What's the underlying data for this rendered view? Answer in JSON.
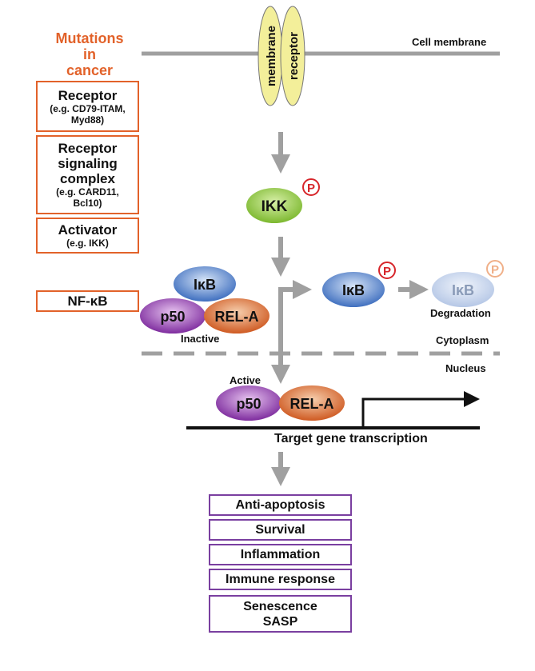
{
  "cell_membrane": "Cell membrane",
  "receptor_words": [
    "membrane",
    "receptor"
  ],
  "mutations": [
    "Mutations",
    "in",
    "cancer"
  ],
  "left_boxes": [
    {
      "main": [
        "Receptor"
      ],
      "sub": [
        "(e.g. CD79-ITAM,",
        "Myd88)"
      ]
    },
    {
      "main": [
        "Receptor",
        "signaling",
        "complex"
      ],
      "sub": [
        "(e.g. CARD11,",
        "Bcl10)"
      ]
    },
    {
      "main": [
        "Activator"
      ],
      "sub": [
        "(e.g. IKK)"
      ]
    },
    {
      "main": [
        "NF-κB"
      ],
      "sub": []
    }
  ],
  "ikk": "IKK",
  "phospho": "P",
  "ikb": "IκB",
  "p50": "p50",
  "rela": "REL-A",
  "inactive": "Inactive",
  "active": "Active",
  "degradation": "Degradation",
  "cytoplasm": "Cytoplasm",
  "nucleus": "Nucleus",
  "transcription": "Target gene transcription",
  "outcomes": [
    "Anti-apoptosis",
    "Survival",
    "Inflammation",
    "Immune response",
    "Senescence SASP"
  ],
  "colors": {
    "orange": "#e2622a",
    "purple_box": "#7a3fa0",
    "gray": "#a0a0a0",
    "ikk_green": "#8cc63f",
    "ikb_blue": "#4f7fc6",
    "p50_purple": "#8a3aa8",
    "rela_orange": "#d8662a",
    "receptor_yellow": "#f3ef9a",
    "phospho_red": "#d7262b"
  }
}
